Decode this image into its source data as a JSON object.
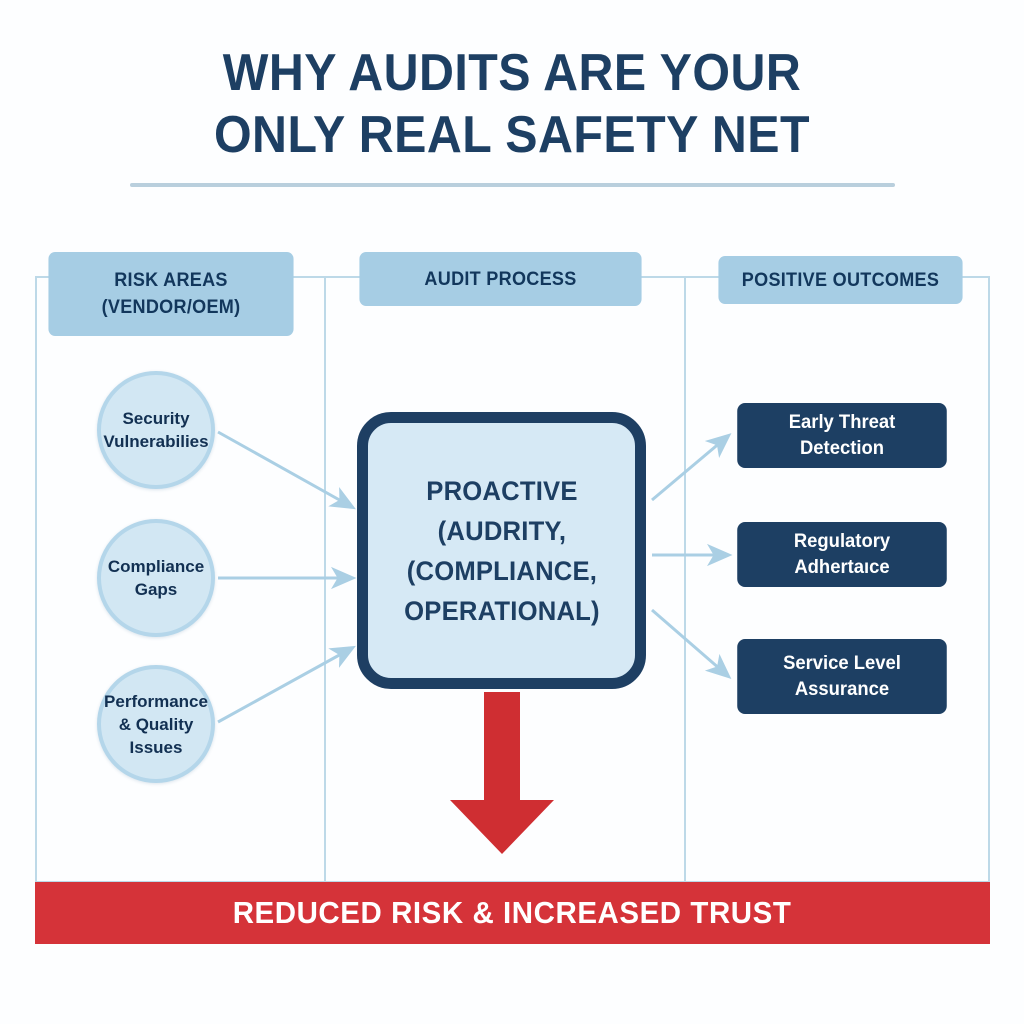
{
  "title": {
    "line1": "WHY AUDITS ARE YOUR",
    "line2": "ONLY REAL SAFETY NET"
  },
  "columns": {
    "risk": {
      "line1": "RISK AREAS",
      "line2": "(VENDOR/OEM)"
    },
    "audit": {
      "line1": "AUDIT PROCESS"
    },
    "outcomes": {
      "line1": "POSITIVE OUTCOMES"
    }
  },
  "risk_areas": [
    {
      "label": "Security Vulnerabilies",
      "line1": "Security",
      "line2": "Vulnerabilies"
    },
    {
      "label": "Compliance Gaps",
      "line1": "Compliance",
      "line2": "Gaps"
    },
    {
      "label": "Performance & Quality Issues",
      "line1": "Performance",
      "line2": "& Quality",
      "line3": "Issues"
    }
  ],
  "process": {
    "line1": "PROACTIVE",
    "line2": "(AUDRITY,",
    "line3": "(COMPLIANCE,",
    "line4": "OPERATIONAL)"
  },
  "outcomes": [
    {
      "label": "Early Threat Detection",
      "line1": "Early Threat Detection"
    },
    {
      "label": "Regulatory Adhertaıce",
      "line1": "Regulatory Adhertaıce"
    },
    {
      "label": "Service Level Assurance",
      "line1": "Service Level",
      "line2": "Assurance"
    }
  ],
  "banner": {
    "text": "REDUCED RISK & INCREASED TRUST"
  },
  "colors": {
    "navy": "#1d3f63",
    "header_blue": "#a6cde4",
    "circle_fill": "#d2e7f3",
    "circle_stroke": "#b4d6ea",
    "process_fill": "#d6e9f5",
    "connector_blue": "#aacfe4",
    "grid_blue": "#bdd9e8",
    "red": "#d53339",
    "background": "#fdfeff"
  }
}
